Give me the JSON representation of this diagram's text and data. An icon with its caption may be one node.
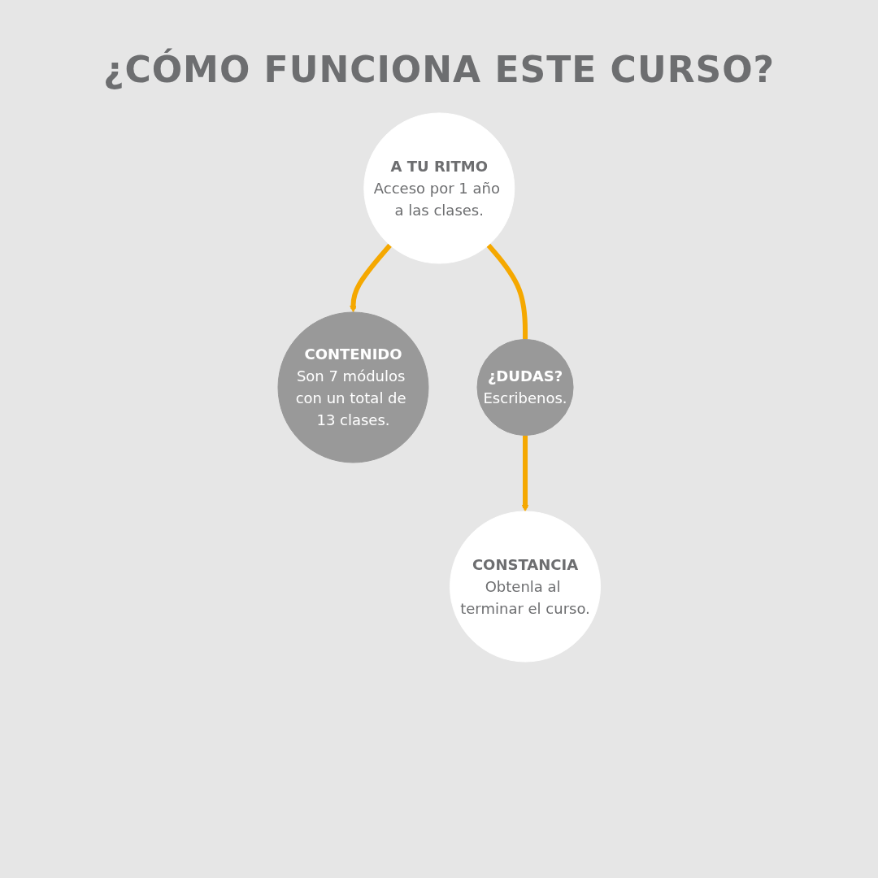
{
  "diagram": {
    "title": "¿CÓMO FUNCIONA ESTE CURSO?",
    "nodes": [
      {
        "text": [
          "CONTENIDO",
          "Son 7 módulos con un total de 13 clases."
        ]
      },
      {
        "text": [
          "A TU RITMO",
          "Acceso por 1 año a las clases."
        ]
      },
      {
        "text": [
          "¿DUDAS?",
          "Escribenos."
        ]
      },
      {
        "text": [
          "CONSTANCIA",
          "Obtenla al terminar el curso."
        ]
      }
    ],
    "edges": [
      {
        "from": 1,
        "to": 0,
        "arrow": "to"
      },
      {
        "from": 1,
        "to": 2,
        "arrow": "none"
      },
      {
        "from": 2,
        "to": 3,
        "arrow": "to"
      }
    ]
  }
}
